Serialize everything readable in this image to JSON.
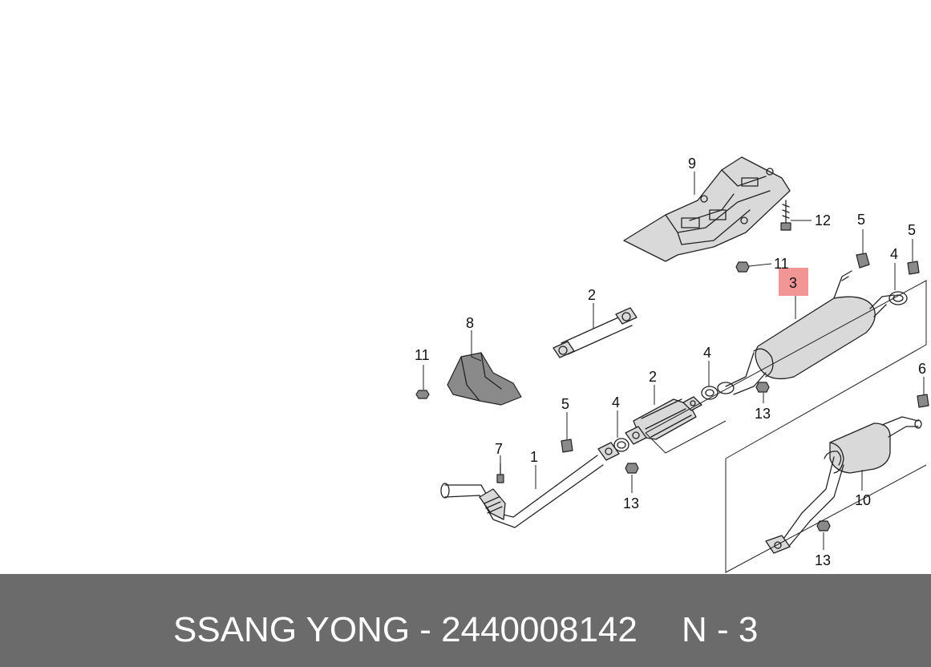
{
  "diagram": {
    "callouts": [
      {
        "id": "c9",
        "label": "9"
      },
      {
        "id": "c12",
        "label": "12"
      },
      {
        "id": "c11a",
        "label": "11"
      },
      {
        "id": "c5a",
        "label": "5"
      },
      {
        "id": "c5b",
        "label": "5"
      },
      {
        "id": "c4a",
        "label": "4"
      },
      {
        "id": "c3",
        "label": "3"
      },
      {
        "id": "c2a",
        "label": "2"
      },
      {
        "id": "c8",
        "label": "8"
      },
      {
        "id": "c11b",
        "label": "11"
      },
      {
        "id": "c4b",
        "label": "4"
      },
      {
        "id": "c2b",
        "label": "2"
      },
      {
        "id": "c13a",
        "label": "13"
      },
      {
        "id": "c6",
        "label": "6"
      },
      {
        "id": "c5c",
        "label": "5"
      },
      {
        "id": "c4c",
        "label": "4"
      },
      {
        "id": "c7",
        "label": "7"
      },
      {
        "id": "c1",
        "label": "1"
      },
      {
        "id": "c13b",
        "label": "13"
      },
      {
        "id": "c10",
        "label": "10"
      },
      {
        "id": "c13c",
        "label": "13"
      }
    ],
    "highlight_color": "#f08a8a"
  },
  "footer": {
    "brand_part": "SSANG YONG - 2440008142",
    "code": "N - 3",
    "background_color": "#6b6b6b",
    "text_color": "#ffffff"
  }
}
